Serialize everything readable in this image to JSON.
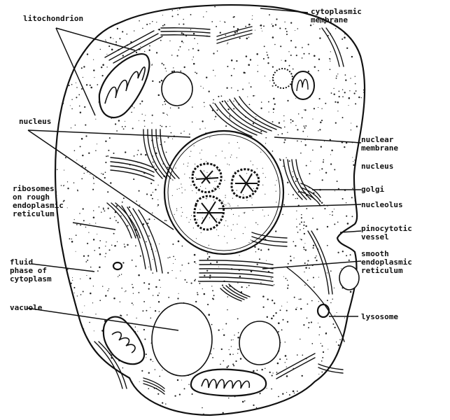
{
  "labels": {
    "mitochondrion": "litochondrion",
    "cytoplasmic_membrane": [
      "cytoplasmic",
      "membrane"
    ],
    "nucleus_left": "nucleus",
    "nuclear_membrane": [
      "nuclear",
      "membrane"
    ],
    "nucleus_right": "nucleus",
    "golgi": "golgi",
    "nucleolus": "nucleolus",
    "ribosomes": [
      "ribosomes",
      "on rough",
      "endoplasmic",
      "reticulum"
    ],
    "pinocytotic": [
      "pinocytotic",
      "vessel"
    ],
    "fluid_phase": [
      "fluid",
      "phase of",
      "cytoplasm"
    ],
    "smooth_er": [
      "smooth",
      "endoplasmic",
      "reticulum"
    ],
    "vacuole": "vacuole",
    "lysosome": "lysosome"
  },
  "colors": {
    "ink": "#111111",
    "paper": "#ffffff"
  }
}
